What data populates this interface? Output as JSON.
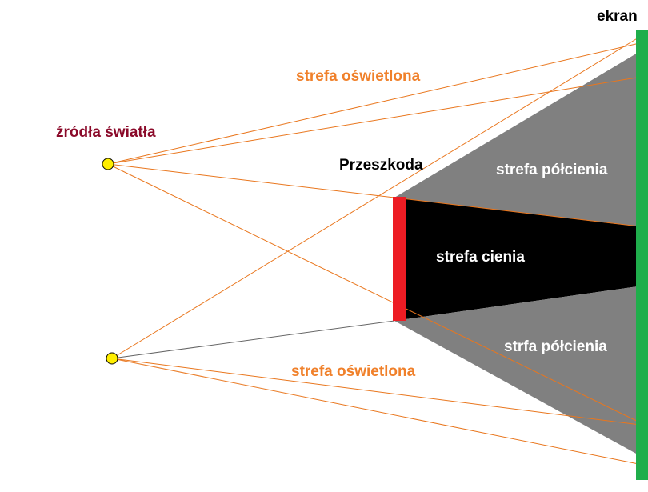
{
  "labels": {
    "screen": "ekran",
    "light_sources": "źródła światła",
    "obstacle": "Przeszkoda",
    "lit_zone_top": "strefa oświetlona",
    "lit_zone_bottom": "strefa oświetlona",
    "penumbra_top": "strefa półcienia",
    "umbra": "strefa cienia",
    "penumbra_bottom": "strfa półcienia"
  },
  "colors": {
    "screen": "#1fae4b",
    "obstacle": "#ed1c24",
    "light_source": "#ffee00",
    "ray": "#e9761d",
    "penumbra": "#808080",
    "umbra": "#000000",
    "label_orange": "#f0802a",
    "label_maroon": "#8b0a2a"
  }
}
